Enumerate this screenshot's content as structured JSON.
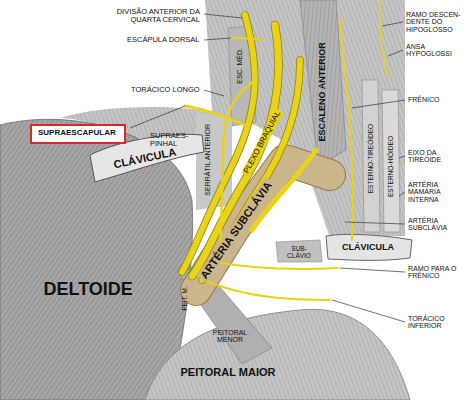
{
  "diagram": {
    "nodes": [
      {
        "text": [
          "SUPRAESCAPULAR"
        ]
      }
    ],
    "labels": [
      "DIVISÃO ANTERIOR DA QUARTA CERVICAL",
      "ESCÁPULA DORSAL",
      "RAMO DESCEN- DENTE DO HIPOGLOSSO",
      "ANSA HYPOGLOSSI",
      "TORÁCICO LONGO",
      "FRÊNICO",
      "SUPRAES- PINHAL",
      "CLÁVICULA",
      "SERRÁTIL ANTERIOR",
      "ESC. MÉD.",
      "ESCALENO ANTERIOR",
      "PLEXO BRAQUIAL",
      "ESTERNO-TIREÓIDEO",
      "ESTERNO-HIÓIDEO",
      "EIXO DA TIREÓIDE",
      "ARTÉRIA MAMÁRIA INTERNA",
      "ARTÉRIA SUBCLÁVIA",
      "ARTÉRIA SUBCLÁVIA",
      "SUB- CLÁVIO",
      "CLÁVICULA",
      "DELTOIDE",
      "PEIT. M.",
      "PEITORAL MENOR",
      "RAMO PARA O FRÊNICO",
      "TORÁCICO INFERIOR",
      "PEITORAL MAIOR"
    ]
  }
}
